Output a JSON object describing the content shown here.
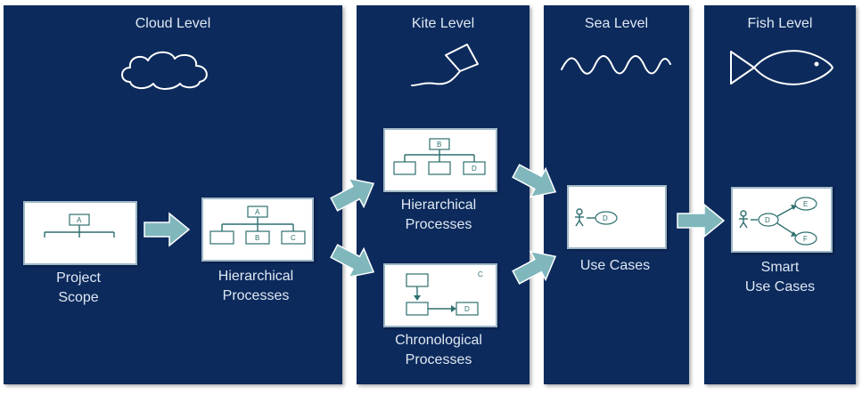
{
  "levels": [
    {
      "title": "Cloud Level",
      "icon": "cloud-icon"
    },
    {
      "title": "Kite Level",
      "icon": "kite-icon"
    },
    {
      "title": "Sea Level",
      "icon": "wave-icon"
    },
    {
      "title": "Fish Level",
      "icon": "fish-icon"
    }
  ],
  "nodes": {
    "project_scope": {
      "line1": "Project",
      "line2": "Scope",
      "box_labels": [
        "A"
      ]
    },
    "hierarchical_cloud": {
      "line1": "Hierarchical",
      "line2": "Processes",
      "box_labels": [
        "A",
        "B",
        "C"
      ]
    },
    "hierarchical_kite": {
      "line1": "Hierarchical",
      "line2": "Processes",
      "box_labels": [
        "B",
        "D"
      ]
    },
    "chronological_kite": {
      "line1": "Chronological",
      "line2": "Processes",
      "box_labels": [
        "C",
        "D"
      ]
    },
    "use_cases": {
      "line1": "Use Cases",
      "box_labels": [
        "D"
      ]
    },
    "smart_use_cases": {
      "line1": "Smart",
      "line2": "Use Cases",
      "box_labels": [
        "D",
        "E",
        "F"
      ]
    }
  },
  "colors": {
    "panel": "#0c2a5c",
    "arrow": "#7fb7bd",
    "card_icon": "#2e6f6f",
    "text": "#dfe8f2"
  }
}
